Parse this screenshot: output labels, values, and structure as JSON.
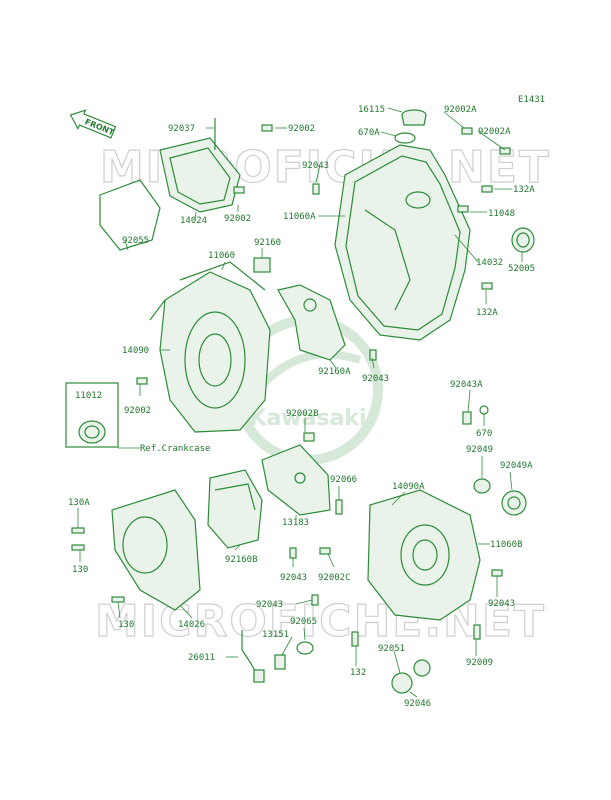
{
  "diagram": {
    "ref_code": "E1431",
    "front_label": "FRONT",
    "brand_watermark": "Kawasaki",
    "site_watermark_top": "MICROFICHE.NET",
    "site_watermark_bottom": "MICROFICHE.NET",
    "ref_crankcase": "Ref.Crankcase",
    "colors": {
      "line": "#2e8b3a",
      "text": "#1f7a2c",
      "watermark": "#cfcfcf"
    }
  },
  "parts": [
    {
      "id": "p16115",
      "label": "16115"
    },
    {
      "id": "p92002A_1",
      "label": "92002A"
    },
    {
      "id": "p670A",
      "label": "670A"
    },
    {
      "id": "p92002A_2",
      "label": "92002A"
    },
    {
      "id": "p92037",
      "label": "92037"
    },
    {
      "id": "p92002_1",
      "label": "92002"
    },
    {
      "id": "p92043_1",
      "label": "92043"
    },
    {
      "id": "p132A_1",
      "label": "132A"
    },
    {
      "id": "p11060A",
      "label": "11060A"
    },
    {
      "id": "p11048",
      "label": "11048"
    },
    {
      "id": "p92002_2",
      "label": "92002"
    },
    {
      "id": "p14024",
      "label": "14024"
    },
    {
      "id": "p92160",
      "label": "92160"
    },
    {
      "id": "p14032",
      "label": "14032"
    },
    {
      "id": "p92055",
      "label": "92055"
    },
    {
      "id": "p52005",
      "label": "52005"
    },
    {
      "id": "p11060",
      "label": "11060"
    },
    {
      "id": "p132A_2",
      "label": "132A"
    },
    {
      "id": "p14090",
      "label": "14090"
    },
    {
      "id": "p92160A",
      "label": "92160A"
    },
    {
      "id": "p92043_2",
      "label": "92043"
    },
    {
      "id": "p11012",
      "label": "11012"
    },
    {
      "id": "p92002_3",
      "label": "92002"
    },
    {
      "id": "p92043A",
      "label": "92043A"
    },
    {
      "id": "p92002B",
      "label": "92002B"
    },
    {
      "id": "p670",
      "label": "670"
    },
    {
      "id": "p92049",
      "label": "92049"
    },
    {
      "id": "p92049A",
      "label": "92049A"
    },
    {
      "id": "p92066",
      "label": "92066"
    },
    {
      "id": "p14090A",
      "label": "14090A"
    },
    {
      "id": "p130A",
      "label": "130A"
    },
    {
      "id": "p13183",
      "label": "13183"
    },
    {
      "id": "p11060B",
      "label": "11060B"
    },
    {
      "id": "p130_1",
      "label": "130"
    },
    {
      "id": "p92160B",
      "label": "92160B"
    },
    {
      "id": "p92043_3",
      "label": "92043"
    },
    {
      "id": "p92002C",
      "label": "92002C"
    },
    {
      "id": "p130_2",
      "label": "130"
    },
    {
      "id": "p14026",
      "label": "14026"
    },
    {
      "id": "p92043_4",
      "label": "92043"
    },
    {
      "id": "p92043_5",
      "label": "92043"
    },
    {
      "id": "p92065",
      "label": "92065"
    },
    {
      "id": "p26011",
      "label": "26011"
    },
    {
      "id": "p13151",
      "label": "13151"
    },
    {
      "id": "p132",
      "label": "132"
    },
    {
      "id": "p92009",
      "label": "92009"
    },
    {
      "id": "p92051",
      "label": "92051"
    },
    {
      "id": "p92046",
      "label": "92046"
    }
  ]
}
